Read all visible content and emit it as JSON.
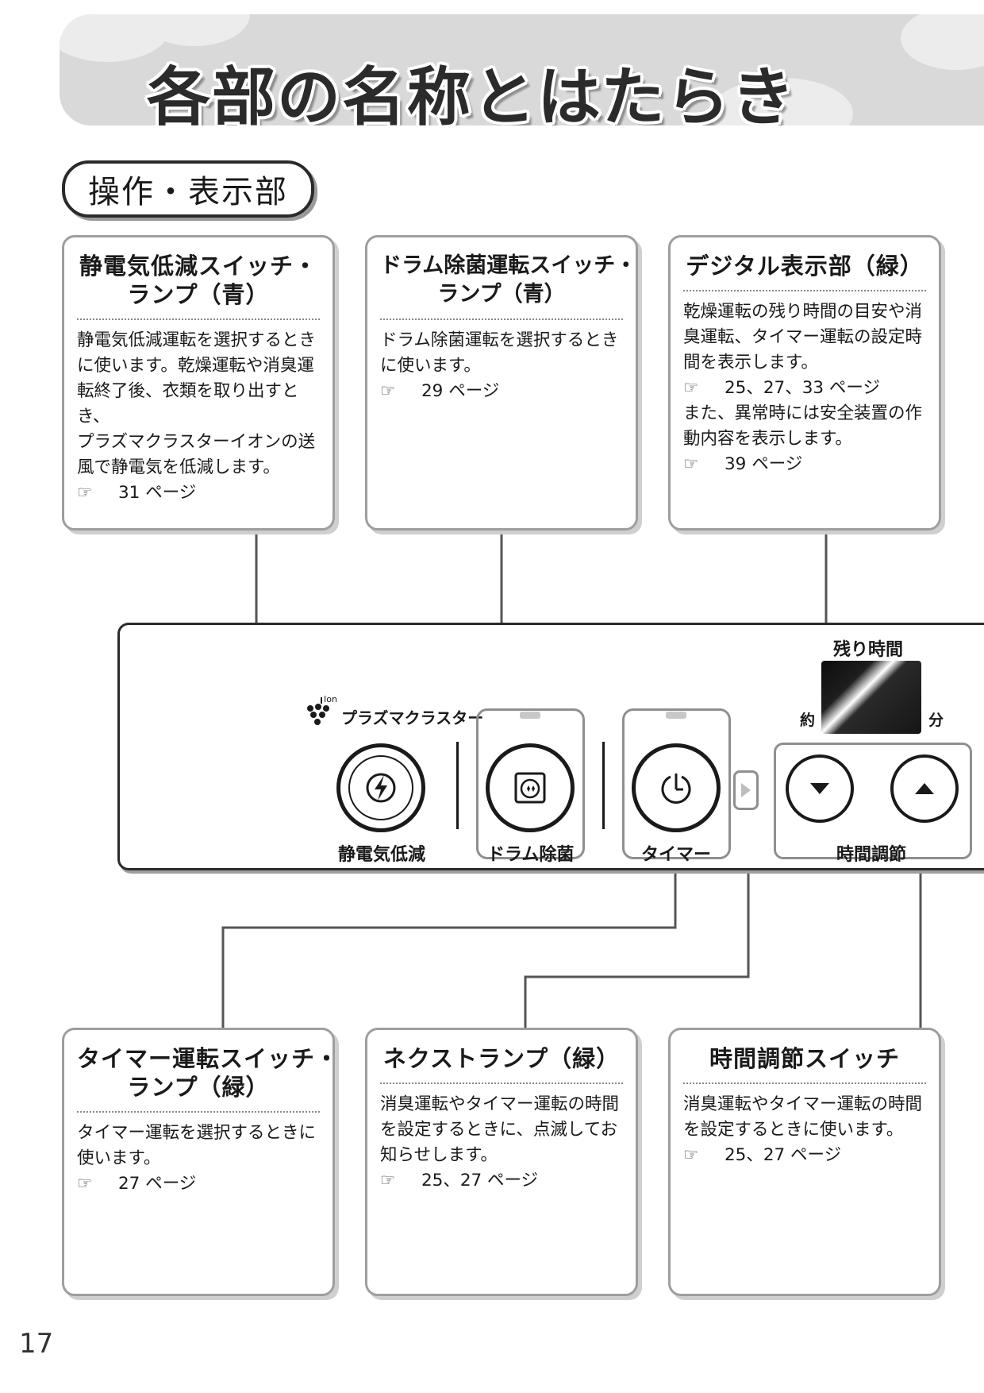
{
  "page_title": "各部の名称とはたらき",
  "section_title": "操作・表示部",
  "boxes": {
    "static": {
      "title_line1": "静電気低減スイッチ・",
      "title_line2": "ランプ（青）",
      "body": [
        "静電気低減運転を選択するとき",
        "に使います。乾燥運転や消臭運",
        "転終了後、衣類を取り出すとき、",
        "プラズマクラスターイオンの送",
        "風で静電気を低減します。"
      ],
      "ref_icon": "☞",
      "ref": "31 ページ"
    },
    "drum": {
      "title_line1": "ドラム除菌運転スイッチ・",
      "title_line2": "ランプ（青）",
      "body": [
        "ドラム除菌運転を選択するとき",
        "に使います。"
      ],
      "ref_icon": "☞",
      "ref": "29 ページ"
    },
    "display": {
      "title_line1": "デジタル表示部（緑）",
      "body": [
        "乾燥運転の残り時間の目安や消",
        "臭運転、タイマー運転の設定時",
        "間を表示します。"
      ],
      "ref1_icon": "☞",
      "ref1": "25、27、33 ページ",
      "body2": [
        "また、異常時には安全装置の作",
        "動内容を表示します。"
      ],
      "ref2_icon": "☞",
      "ref2": "39 ページ"
    },
    "timer": {
      "title_line1": "タイマー運転スイッチ・",
      "title_line2": "ランプ（緑）",
      "body": [
        "タイマー運転を選択するときに",
        "使います。"
      ],
      "ref_icon": "☞",
      "ref": "27 ページ"
    },
    "next": {
      "title_line1": "ネクストランプ（緑）",
      "body": [
        "消臭運転やタイマー運転の時間",
        "を設定するときに、点滅してお",
        "知らせします。"
      ],
      "ref_icon": "☞",
      "ref": "25、27 ページ"
    },
    "time_adjust": {
      "title_line1": "時間調節スイッチ",
      "body": [
        "消臭運転やタイマー運転の時間",
        "を設定するときに使います。"
      ],
      "ref_icon": "☞",
      "ref": "25、27 ページ"
    }
  },
  "panel": {
    "brand_ion": "Ion",
    "brand": "プラズマクラスター",
    "static_label": "静電気低減",
    "drum_label": "ドラム除菌",
    "timer_label": "タイマー",
    "time_adjust_label": "時間調節",
    "remaining_label": "残り時間",
    "approx_label": "約",
    "minutes_label": "分"
  },
  "page_number": "17",
  "colors": {
    "banner": "#d9d9d9",
    "box_border": "#9e9e9e",
    "line": "#555555"
  }
}
